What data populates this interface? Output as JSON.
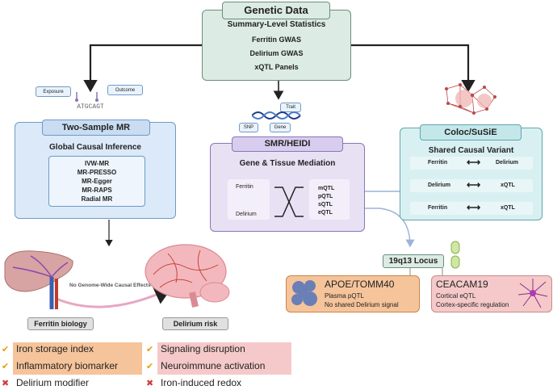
{
  "genetic_data": {
    "title": "Genetic Data",
    "subtitle": "Summary-Level Statistics",
    "items": [
      "Ferritin GWAS",
      "Delirium GWAS",
      "xQTL Panels"
    ]
  },
  "two_sample_mr": {
    "exposure": "Exposure",
    "outcome": "Outcome",
    "dna_letters": "ATGCAGT",
    "title": "Two-Sample MR",
    "subtitle": "Global Causal Inference",
    "methods": [
      "IVW-MR",
      "MR-PRESSO",
      "MR-Egger",
      "MR-RAPS",
      "Radial MR"
    ]
  },
  "smr": {
    "trait": "Trait",
    "snp": "SNP",
    "gene": "Gene",
    "title": "SMR/HEIDI",
    "subtitle": "Gene & Tissue Mediation",
    "left": [
      "Ferritin",
      "Delirium"
    ],
    "right": [
      "mQTL",
      "pQTL",
      "sQTL",
      "eQTL"
    ]
  },
  "coloc": {
    "title": "Coloc/SuSiE",
    "subtitle": "Shared Causal Variant",
    "pairs": [
      {
        "left": "Ferritin",
        "right": "Delirium"
      },
      {
        "left": "Delirium",
        "right": "xQTL"
      },
      {
        "left": "Ferritin",
        "right": "xQTL"
      }
    ]
  },
  "effects_label": "No Genome-Wide Causal Effects",
  "locus": {
    "title": "19q13 Locus",
    "apoe": {
      "title": "APOE/TOMM40",
      "line1": "Plasma pQTL",
      "line2": "No shared Delirium signal"
    },
    "ceacam": {
      "title": "CEACAM19",
      "line1": "Cortical eQTL",
      "line2": "Cortex-specific regulation"
    }
  },
  "ferritin_biology": {
    "title": "Ferritin biology",
    "items": [
      "Iron storage index",
      "Inflammatory biomarker"
    ],
    "negative": "Delirium modifier"
  },
  "delirium_risk": {
    "title": "Delirium risk",
    "items": [
      "Signaling disruption",
      "Neuroimmune activation"
    ],
    "negative": "Iron-induced redox"
  },
  "colors": {
    "genetic_bg": "#dcebe3",
    "genetic_border": "#6a8f7d",
    "mr_bg": "#dbe9f8",
    "mr_border": "#6f9bc6",
    "smr_bg": "#e8e1f4",
    "smr_border": "#8a75b8",
    "coloc_bg": "#d9f0f2",
    "coloc_border": "#5ea7ae",
    "orange": "#f6c49a",
    "pink": "#f5c9c9"
  },
  "icons": [
    "check-circle-icon",
    "x-circle-icon",
    "double-arrow-icon",
    "dna-helix-icon",
    "network-icon",
    "liver-icon",
    "brain-icon",
    "chromosome-icon"
  ]
}
